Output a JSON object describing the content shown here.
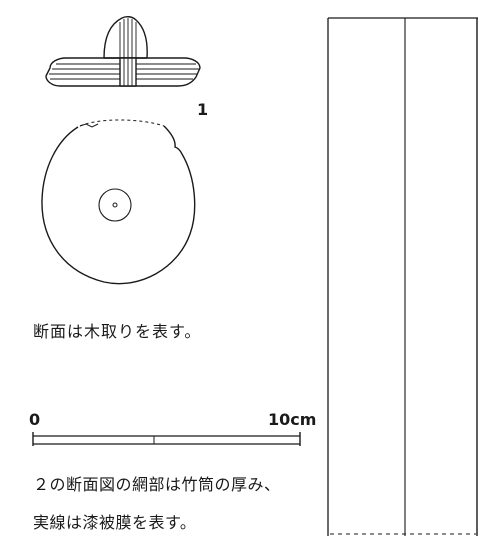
{
  "figure_number": "1",
  "caption_section": "断面は木取りを表す。",
  "scale_bar": {
    "start_label": "0",
    "end_label": "10cm"
  },
  "note_line_1": "２の断面図の網部は竹筒の厚み、",
  "note_line_2": "実線は漆被膜を表す。",
  "colors": {
    "line": "#1a1a1a",
    "background": "#ffffff"
  }
}
